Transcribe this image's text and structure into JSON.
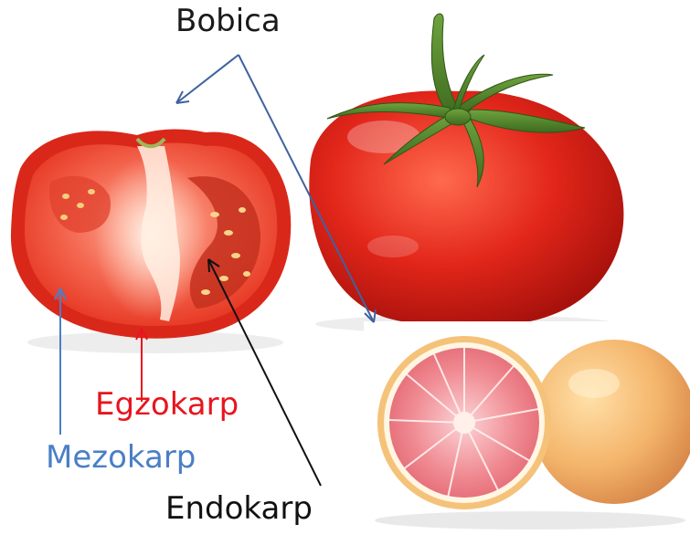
{
  "labels": {
    "bobica": "Bobica",
    "egzokarp": "Egzokarp",
    "mezokarp": "Mezokarp",
    "endokarp": "Endokarp"
  },
  "colors": {
    "bobica_arrow": "#3f62a0",
    "egzokarp": "#e8141e",
    "mezokarp": "#4a7fc6",
    "endokarp": "#111111",
    "tomato_red": "#e52b1c",
    "grapefruit_pink": "#ef8a92",
    "grapefruit_peel": "#f2b868"
  },
  "images": [
    "tomato-half-image",
    "whole-tomato-image",
    "grapefruit-image"
  ]
}
